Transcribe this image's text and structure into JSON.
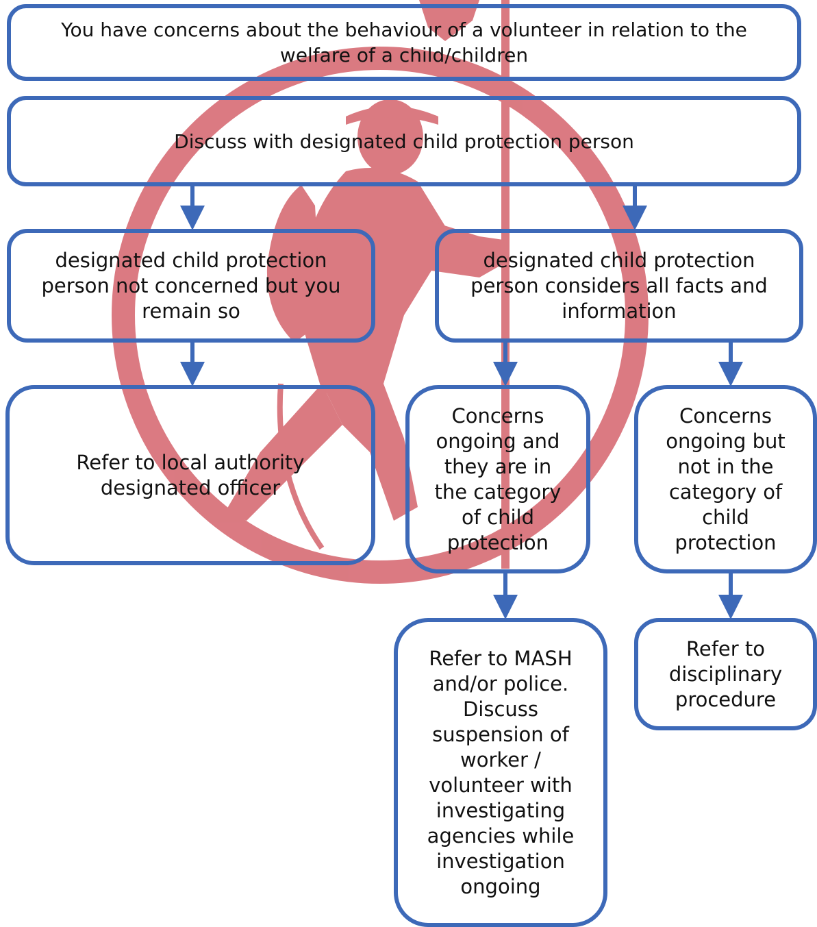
{
  "colors": {
    "box_border": "#3d69b8",
    "arrow": "#3d69b8",
    "watermark": "#d9737b",
    "text": "#111111"
  },
  "watermark_icon": "scout-figure-with-flag-in-ring-icon",
  "flowchart": {
    "nodes": {
      "top": {
        "lines": [
          "You have concerns about the behaviour of a volunteer in relation to the",
          "welfare of a child/children"
        ]
      },
      "discuss": {
        "lines": [
          "Discuss with designated child protection person"
        ]
      },
      "not_concerned": {
        "lines": [
          "designated child protection",
          "person not concerned but you",
          "remain so"
        ]
      },
      "considers": {
        "lines": [
          "designated child protection",
          "person considers all facts and",
          "information"
        ]
      },
      "refer_lado": {
        "lines": [
          "Refer to local authority",
          "designated officer"
        ]
      },
      "concerns_cp": {
        "lines": [
          "Concerns",
          "ongoing and",
          "they are in",
          "the category",
          "of child",
          "protection"
        ]
      },
      "concerns_not_cp": {
        "lines": [
          "Concerns",
          "ongoing but",
          "not in the",
          "category of",
          "child",
          "protection"
        ]
      },
      "refer_mash": {
        "lines": [
          "Refer to  MASH",
          "and/or police.",
          "Discuss",
          "suspension of",
          "worker /",
          "volunteer with",
          "investigating",
          "agencies while",
          "investigation",
          "ongoing"
        ]
      },
      "disciplinary": {
        "lines": [
          "Refer to",
          "disciplinary",
          "procedure"
        ]
      }
    }
  }
}
